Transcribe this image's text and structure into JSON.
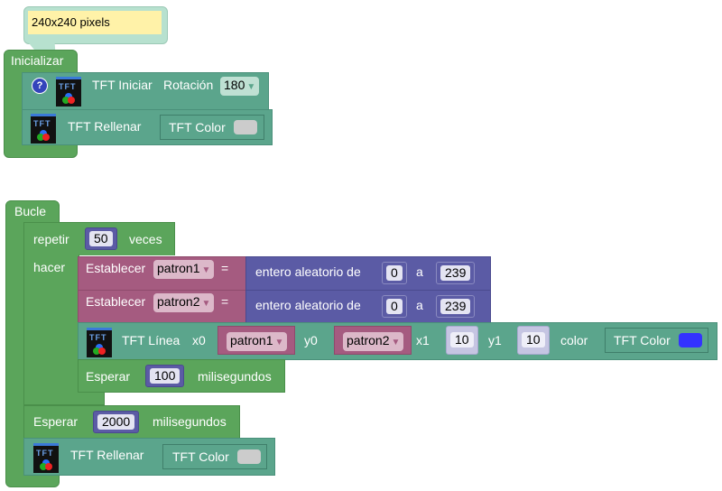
{
  "comment": {
    "text": "240x240 pixels"
  },
  "setup": {
    "label": "Inicializar",
    "tft_init": {
      "label": "TFT Iniciar",
      "rotation_label": "Rotación",
      "rotation_value": "180"
    },
    "tft_fill": {
      "label": "TFT Rellenar",
      "color_label": "TFT Color",
      "color": "#cccccc"
    }
  },
  "loop": {
    "label": "Bucle",
    "repeat": {
      "label": "repetir",
      "count": "50",
      "times_label": "veces",
      "do_label": "hacer"
    },
    "set1": {
      "label": "Establecer",
      "var": "patron1",
      "eq": "=",
      "rand_label": "entero aleatorio de",
      "from": "0",
      "to_label": "a",
      "to": "239"
    },
    "set2": {
      "label": "Establecer",
      "var": "patron2",
      "eq": "=",
      "rand_label": "entero aleatorio de",
      "from": "0",
      "to_label": "a",
      "to": "239"
    },
    "line": {
      "label": "TFT Línea",
      "x0_label": "x0",
      "x0": "patron1",
      "y0_label": "y0",
      "y0": "patron2",
      "x1_label": "x1",
      "x1": "10",
      "y1_label": "y1",
      "y1": "10",
      "color_label": "color",
      "color_block": "TFT Color",
      "color": "#3333ff"
    },
    "wait1": {
      "label": "Esperar",
      "value": "100",
      "unit": "milisegundos"
    },
    "wait2": {
      "label": "Esperar",
      "value": "2000",
      "unit": "milisegundos"
    },
    "tft_fill": {
      "label": "TFT Rellenar",
      "color_label": "TFT Color",
      "color": "#cccccc"
    }
  }
}
